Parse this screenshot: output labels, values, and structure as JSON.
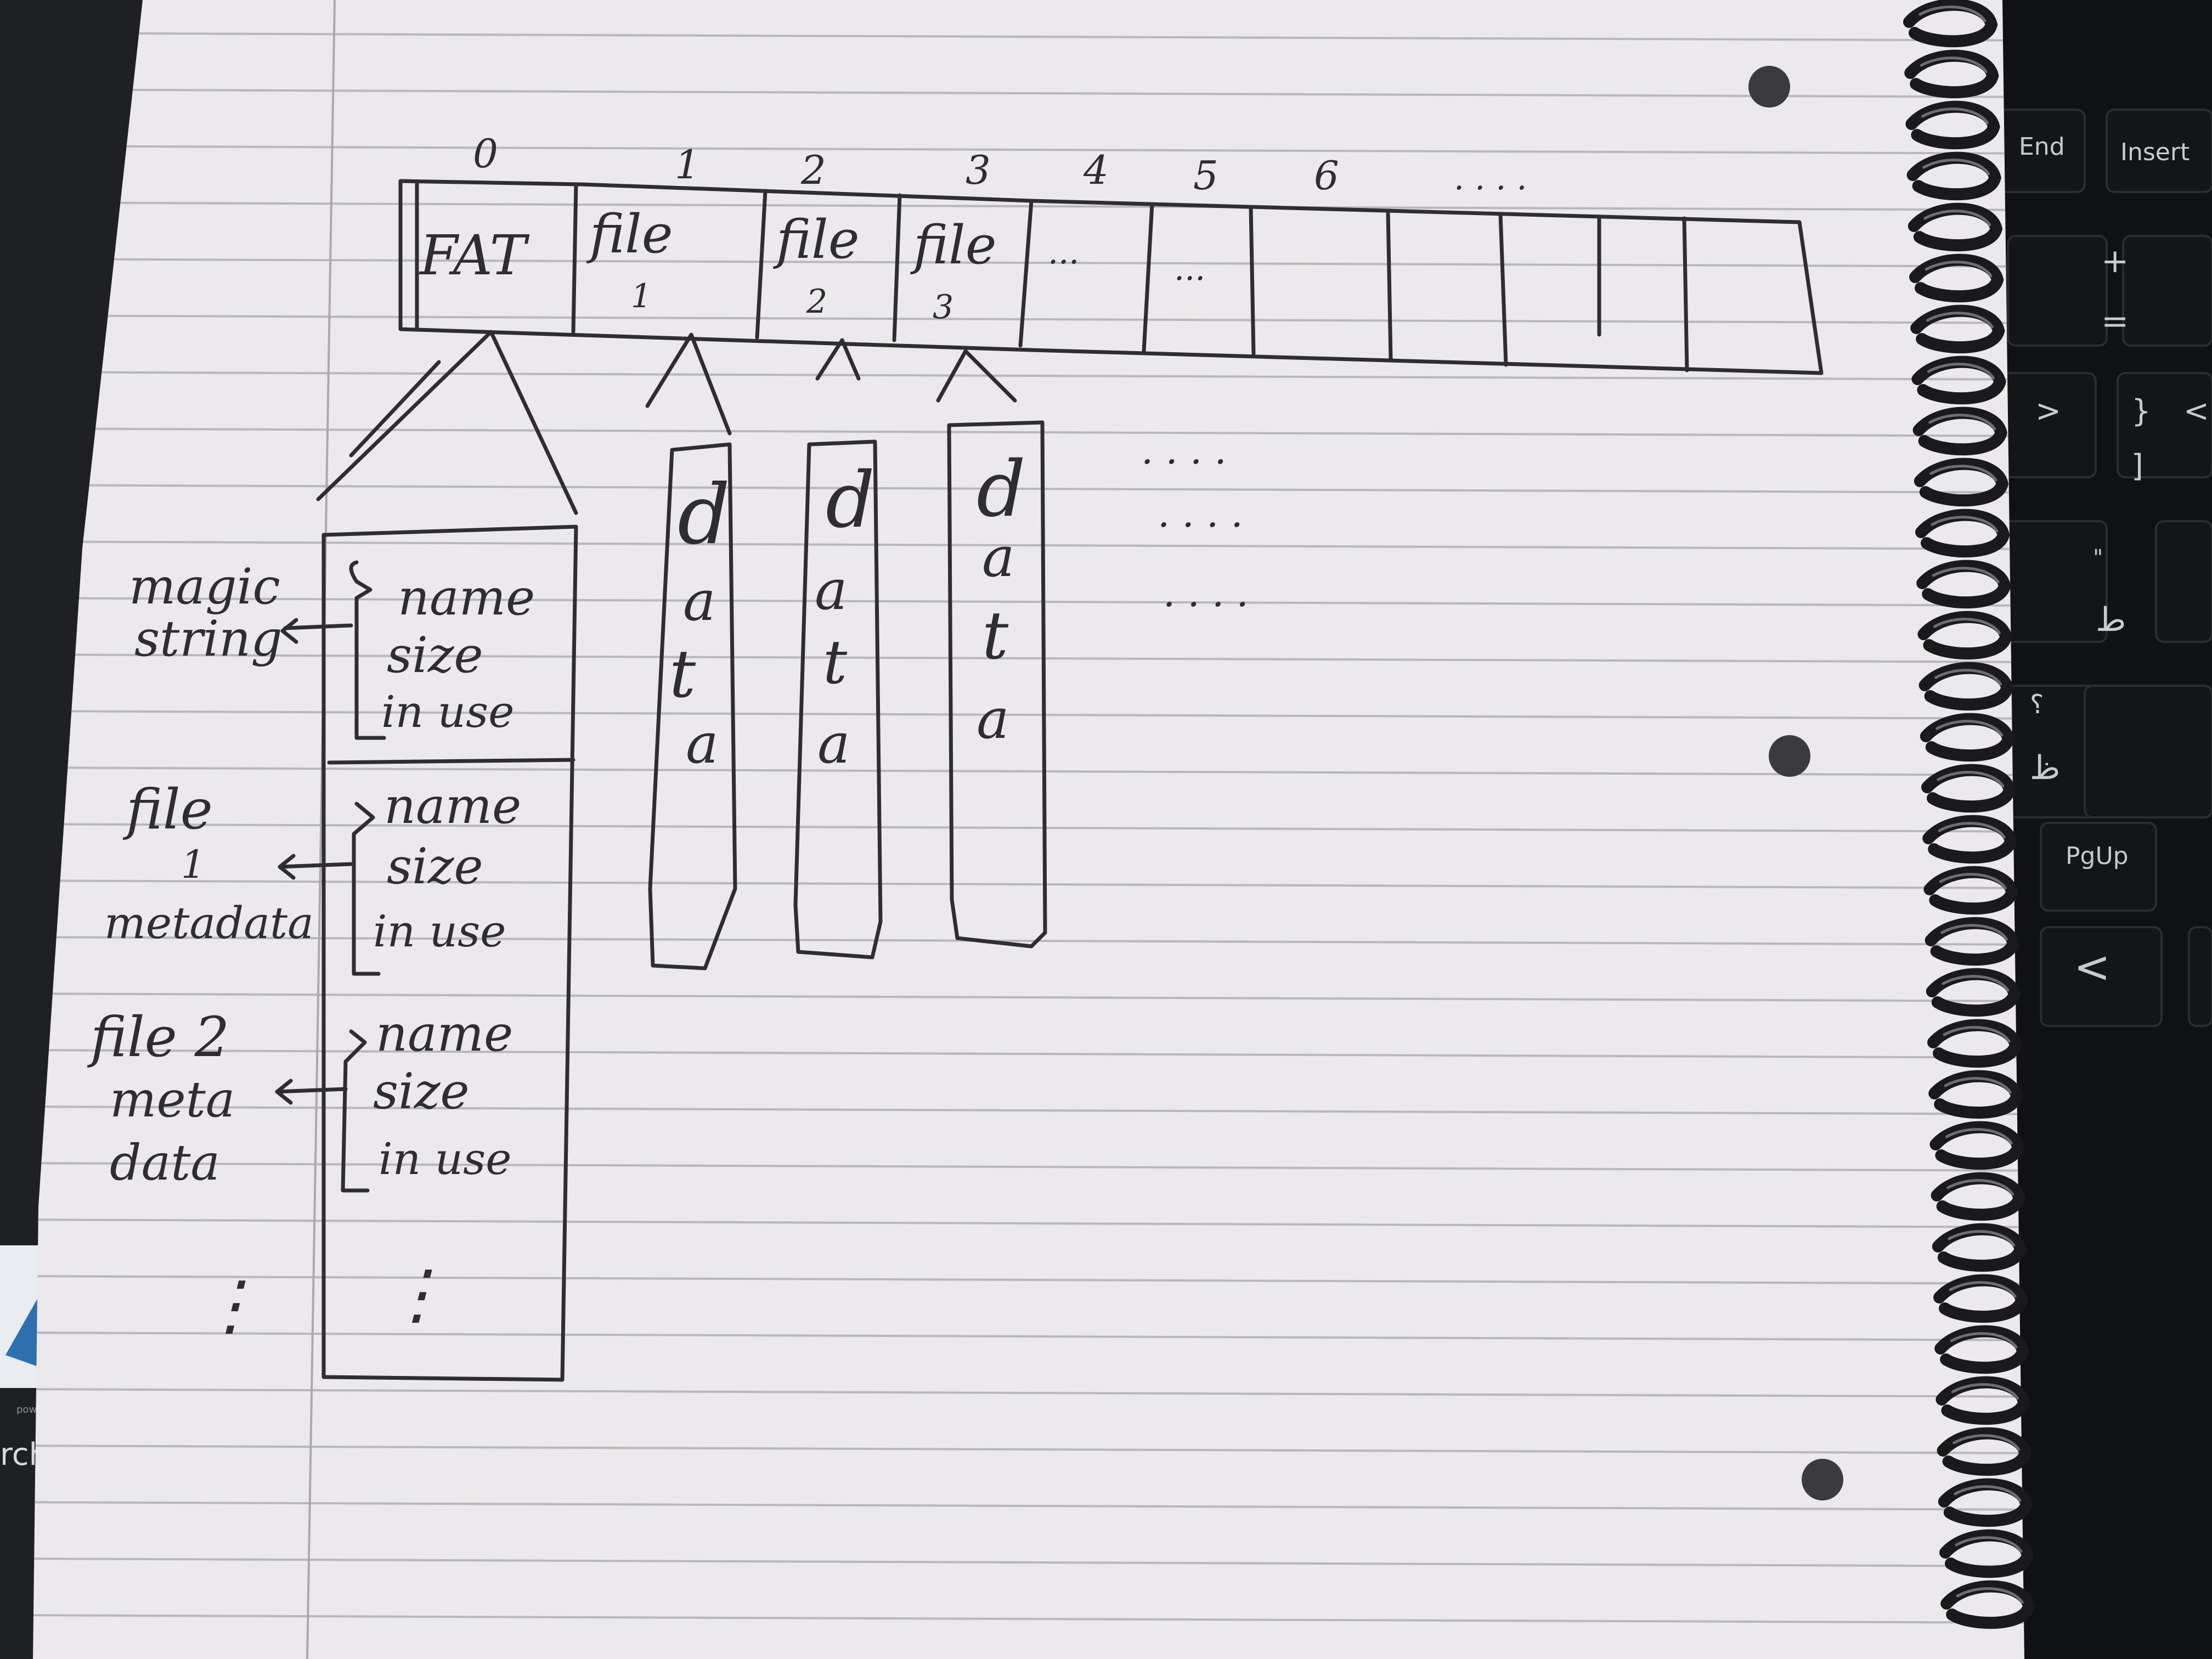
{
  "diagram": {
    "block_indices": [
      "0",
      "1",
      "2",
      "3",
      "4",
      "5",
      "6",
      ". . . ."
    ],
    "blocks": [
      {
        "line1": "FAT",
        "line2": ""
      },
      {
        "line1": "file",
        "line2": "1"
      },
      {
        "line1": "file",
        "line2": "2"
      },
      {
        "line1": "file",
        "line2": "3"
      },
      {
        "line1": "...",
        "line2": ""
      },
      {
        "line1": "...",
        "line2": ""
      }
    ],
    "fat_table": {
      "rows": [
        {
          "label_lines": [
            "magic",
            "string"
          ],
          "fields": [
            "name",
            "size",
            "in use"
          ]
        },
        {
          "label_lines": [
            "file",
            "1",
            "metadata"
          ],
          "fields": [
            "name",
            "size",
            "in use"
          ]
        },
        {
          "label_lines": [
            "file 2",
            "meta",
            "data"
          ],
          "fields": [
            "name",
            "size",
            "in use"
          ]
        }
      ],
      "continuation": "⋮"
    },
    "data_columns": [
      {
        "chars": [
          "d",
          "a",
          "t",
          "a"
        ]
      },
      {
        "chars": [
          "d",
          "a",
          "t",
          "a"
        ]
      },
      {
        "chars": [
          "d",
          "a",
          "t",
          "a"
        ]
      }
    ],
    "more_indicator": ". . . ."
  },
  "keyboard": {
    "keys": [
      "End",
      "Insert",
      "+",
      "=",
      ">",
      "}",
      "<",
      "]",
      "\"",
      "ط",
      "؟",
      "ظ",
      "PgUp",
      "<"
    ]
  },
  "background": {
    "edge_text": "rch",
    "edge_small_text": "power"
  }
}
